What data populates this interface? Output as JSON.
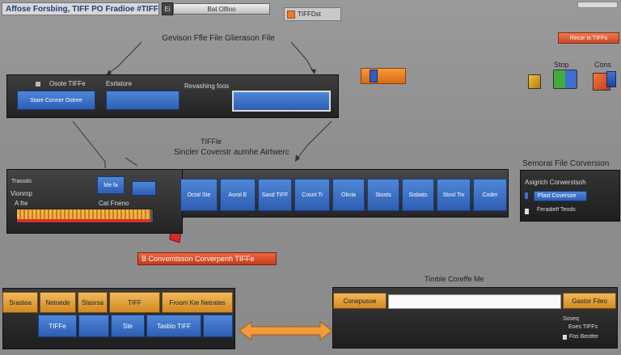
{
  "titlebar": {
    "title": "Affose Forsbing, TIFF PO Fradioe #TIFFss",
    "small_btn": "Ei",
    "input_text": "Bat Olfino",
    "tiff_tab": "TIFFDst"
  },
  "top_section": {
    "title": "Gevison Ffle File Glierason File",
    "orange_button": "Recor ts TIFFs",
    "stop_label": "Stop",
    "cons_label": "Cons",
    "panel": {
      "label1": "Osote TIFFe",
      "label2": "Esrlatore",
      "label3": "Revashing foos",
      "button1": "Stare Conner Ostree"
    }
  },
  "middle_section": {
    "title_small": "TIFFle",
    "title_large": "Sincler Coverstr aumhe Airtwerc",
    "left": {
      "label1": "Trasods",
      "label2": "Vionmp",
      "label3": "A fre",
      "label4": "Cat Fneno",
      "button1": "Me fa",
      "progress": 0.98
    },
    "cells": [
      "Octal Ste",
      "Aorol E",
      "Sasd TIFF",
      "Cosnt Ti",
      "Olinia",
      "Stosts",
      "Sisbats",
      "Stosl Tin",
      "Coder"
    ],
    "right_panel": {
      "heading": "Semorai File Corversion",
      "label1": "Asigrich Corwerstsoh",
      "button": "Ffast Coversoe",
      "label3": "Feradielf Teods"
    },
    "red_bar": "B  Convemtsson Corverpenh TIFFe"
  },
  "bottom_section": {
    "title": "Timble Coreffe Me",
    "left_headers": [
      "Srastea",
      "Netoede",
      "Stasrsa",
      "TIFF",
      "Froom Kie Netrates"
    ],
    "left_cells": [
      "TIFFe",
      "",
      "Ste",
      "Tasbio TIFF",
      ""
    ],
    "right": {
      "header1": "Conepusoe",
      "header2": "Gastor Fileo",
      "label1": "Soseq",
      "label2": "Eoes TIFFs",
      "label3": "Fos Beotfer"
    }
  },
  "colors": {
    "accent_blue": "#3a6fc7",
    "accent_orange": "#e08a26",
    "accent_red": "#d43a22",
    "panel_dark": "#2a2a2a"
  }
}
